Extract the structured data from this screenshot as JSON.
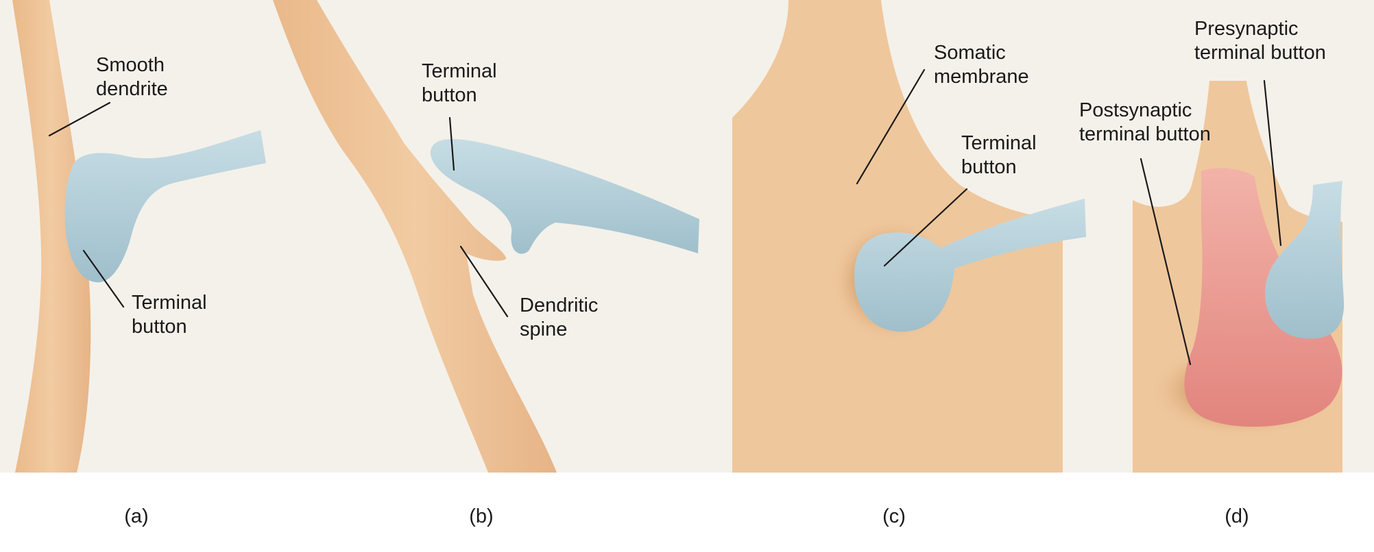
{
  "colors": {
    "background": "#f4f1ea",
    "neuron_tissue": "#efc79c",
    "terminal_button": "#b5d0da",
    "postsynaptic_button": "#e89490",
    "text": "#1a1a1a"
  },
  "panels": [
    {
      "letter": "(a)",
      "labels": {
        "smooth_dendrite": [
          "Smooth",
          "dendrite"
        ],
        "terminal_button": [
          "Terminal",
          "button"
        ]
      }
    },
    {
      "letter": "(b)",
      "labels": {
        "terminal_button": [
          "Terminal",
          "button"
        ],
        "dendritic_spine": [
          "Dendritic",
          "spine"
        ]
      }
    },
    {
      "letter": "(c)",
      "labels": {
        "somatic_membrane": [
          "Somatic",
          "membrane"
        ],
        "terminal_button": [
          "Terminal",
          "button"
        ]
      }
    },
    {
      "letter": "(d)",
      "labels": {
        "presynaptic_terminal_button": [
          "Presynaptic",
          "terminal button"
        ],
        "postsynaptic_terminal_button": [
          "Postsynaptic",
          "terminal button"
        ]
      }
    }
  ]
}
